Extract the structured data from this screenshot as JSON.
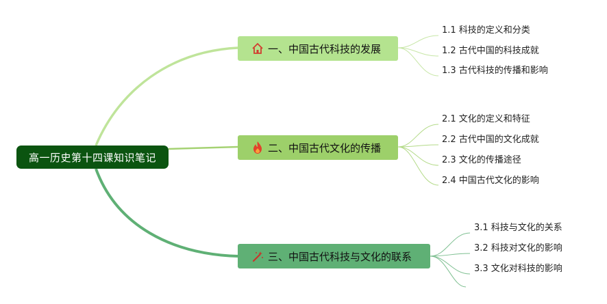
{
  "root": {
    "label": "高一历史第十四课知识笔记"
  },
  "branches": [
    {
      "label": "一、中国古代科技的发展",
      "icon": "house-icon",
      "leaves": [
        "1.1 科技的定义和分类",
        "1.2 古代中国的科技成就",
        "1.3 古代科技的传播和影响"
      ]
    },
    {
      "label": "二、中国古代文化的传播",
      "icon": "fire-icon",
      "leaves": [
        "2.1 文化的定义和特征",
        "2.2 古代中国的文化成就",
        "2.3 文化的传播途径",
        "2.4 中国古代文化的影响"
      ]
    },
    {
      "label": "三、中国古代科技与文化的联系",
      "icon": "magic-wand-icon",
      "leaves": [
        "3.1 科技与文化的关系",
        "3.2 科技对文化的影响",
        "3.3 文化对科技的影响"
      ]
    }
  ],
  "colors": {
    "root": "#0b5410",
    "branch1": "#b4e38f",
    "branch2": "#9dd06a",
    "branch3": "#5fb075",
    "icon": "#d23c2f"
  }
}
